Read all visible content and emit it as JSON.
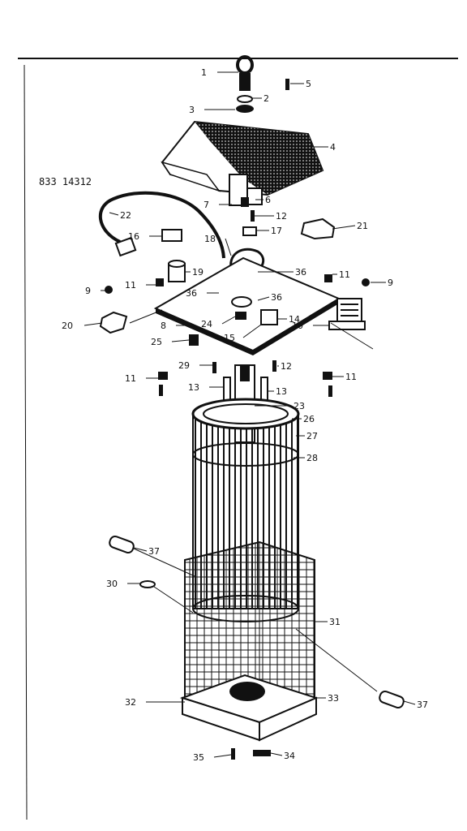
{
  "diagram": {
    "model_number": "833 14312",
    "parts": [
      {
        "id": "1",
        "label": "1"
      },
      {
        "id": "2",
        "label": "2"
      },
      {
        "id": "3",
        "label": "3"
      },
      {
        "id": "4",
        "label": "4"
      },
      {
        "id": "5",
        "label": "5"
      },
      {
        "id": "6",
        "label": "6"
      },
      {
        "id": "7",
        "label": "7"
      },
      {
        "id": "8",
        "label": "8"
      },
      {
        "id": "9",
        "label": "9"
      },
      {
        "id": "10",
        "label": "10"
      },
      {
        "id": "11",
        "label": "11"
      },
      {
        "id": "12",
        "label": "12"
      },
      {
        "id": "13",
        "label": "13"
      },
      {
        "id": "14",
        "label": "14"
      },
      {
        "id": "15",
        "label": "15"
      },
      {
        "id": "16",
        "label": "16"
      },
      {
        "id": "17",
        "label": "17"
      },
      {
        "id": "18",
        "label": "18"
      },
      {
        "id": "19",
        "label": "19"
      },
      {
        "id": "20",
        "label": "20"
      },
      {
        "id": "21",
        "label": "21"
      },
      {
        "id": "22",
        "label": "22"
      },
      {
        "id": "23",
        "label": "23"
      },
      {
        "id": "24",
        "label": "24"
      },
      {
        "id": "25",
        "label": "25"
      },
      {
        "id": "26",
        "label": "26"
      },
      {
        "id": "27",
        "label": "27"
      },
      {
        "id": "28",
        "label": "28"
      },
      {
        "id": "29",
        "label": "29"
      },
      {
        "id": "30",
        "label": "30"
      },
      {
        "id": "31",
        "label": "31"
      },
      {
        "id": "32",
        "label": "32"
      },
      {
        "id": "33",
        "label": "33"
      },
      {
        "id": "34",
        "label": "34"
      },
      {
        "id": "35",
        "label": "35"
      },
      {
        "id": "36",
        "label": "36"
      },
      {
        "id": "37",
        "label": "37"
      }
    ]
  }
}
